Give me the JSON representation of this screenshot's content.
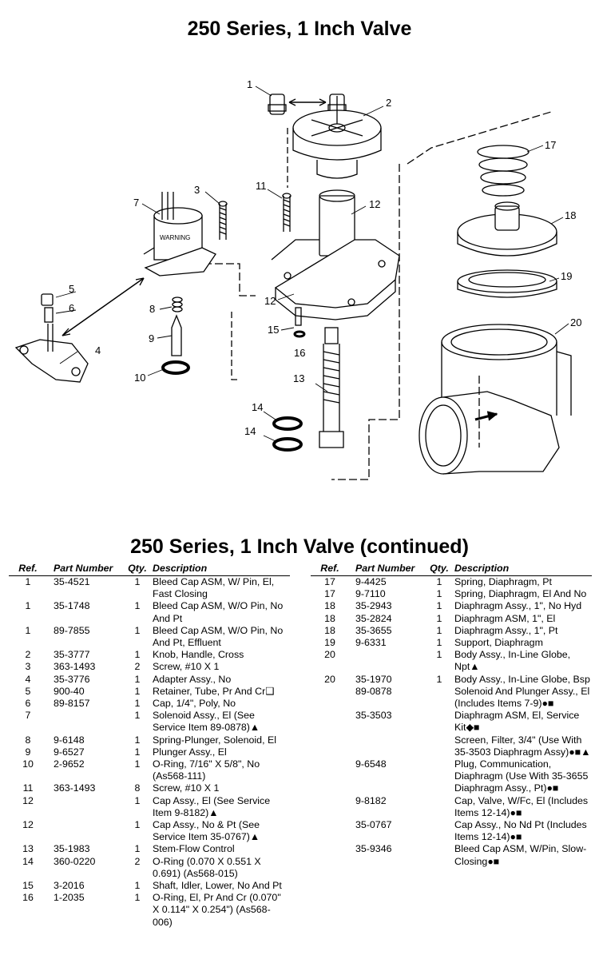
{
  "title": "250 Series, 1 Inch Valve",
  "subtitle": "250 Series, 1 Inch Valve (continued)",
  "diagram_labels": [
    "1",
    "2",
    "3",
    "4",
    "5",
    "6",
    "7",
    "8",
    "9",
    "10",
    "11",
    "12",
    "12",
    "13",
    "14",
    "14",
    "15",
    "16",
    "17",
    "18",
    "19",
    "20"
  ],
  "table_headers": {
    "ref": "Ref.",
    "part": "Part Number",
    "qty": "Qty.",
    "desc": "Description"
  },
  "left_rows": [
    {
      "ref": "1",
      "part": "35-4521",
      "qty": "1",
      "desc": "Bleed Cap ASM, W/ Pin, El, Fast Closing"
    },
    {
      "ref": "1",
      "part": "35-1748",
      "qty": "1",
      "desc": "Bleed Cap ASM, W/O Pin, No And Pt"
    },
    {
      "ref": "1",
      "part": "89-7855",
      "qty": "1",
      "desc": "Bleed Cap ASM, W/O Pin, No And Pt, Effluent"
    },
    {
      "ref": "2",
      "part": "35-3777",
      "qty": "1",
      "desc": "Knob, Handle, Cross"
    },
    {
      "ref": "3",
      "part": "363-1493",
      "qty": "2",
      "desc": "Screw, #10 X 1"
    },
    {
      "ref": "4",
      "part": "35-3776",
      "qty": "1",
      "desc": "Adapter Assy., No"
    },
    {
      "ref": "5",
      "part": "900-40",
      "qty": "1",
      "desc": "Retainer, Tube, Pr And Cr❑"
    },
    {
      "ref": "6",
      "part": "89-8157",
      "qty": "1",
      "desc": "Cap, 1/4\", Poly, No"
    },
    {
      "ref": "7",
      "part": "",
      "qty": "1",
      "desc": "Solenoid Assy., El (See Service Item 89-0878)▲"
    },
    {
      "ref": "8",
      "part": "9-6148",
      "qty": "1",
      "desc": "Spring-Plunger, Solenoid, El"
    },
    {
      "ref": "9",
      "part": "9-6527",
      "qty": "1",
      "desc": "Plunger Assy., El"
    },
    {
      "ref": "10",
      "part": "2-9652",
      "qty": "1",
      "desc": "O-Ring, 7/16\" X 5/8\", No (As568-111)"
    },
    {
      "ref": "11",
      "part": "363-1493",
      "qty": "8",
      "desc": "Screw, #10 X 1"
    },
    {
      "ref": "12",
      "part": "",
      "qty": "1",
      "desc": "Cap Assy., El (See Service Item 9-8182)▲"
    },
    {
      "ref": "12",
      "part": "",
      "qty": "1",
      "desc": "Cap Assy., No & Pt (See Service Item 35-0767)▲"
    },
    {
      "ref": "13",
      "part": "35-1983",
      "qty": "1",
      "desc": "Stem-Flow Control"
    },
    {
      "ref": "14",
      "part": "360-0220",
      "qty": "2",
      "desc": "O-Ring (0.070 X 0.551 X 0.691) (As568-015)"
    },
    {
      "ref": "15",
      "part": "3-2016",
      "qty": "1",
      "desc": "Shaft, Idler, Lower, No And Pt"
    },
    {
      "ref": "16",
      "part": "1-2035",
      "qty": "1",
      "desc": "O-Ring, El, Pr And Cr (0.070\" X 0.114\" X 0.254\") (As568-006)"
    }
  ],
  "right_rows": [
    {
      "ref": "17",
      "part": "9-4425",
      "qty": "1",
      "desc": "Spring, Diaphragm, Pt"
    },
    {
      "ref": "17",
      "part": "9-7110",
      "qty": "1",
      "desc": "Spring, Diaphragm, El And No"
    },
    {
      "ref": "18",
      "part": "35-2943",
      "qty": "1",
      "desc": "Diaphragm Assy., 1\", No Hyd"
    },
    {
      "ref": "18",
      "part": "35-2824",
      "qty": "1",
      "desc": "Diaphragm ASM, 1\", El"
    },
    {
      "ref": "18",
      "part": "35-3655",
      "qty": "1",
      "desc": "Diaphragm Assy., 1\", Pt"
    },
    {
      "ref": "19",
      "part": "9-6331",
      "qty": "1",
      "desc": "Support, Diaphragm"
    },
    {
      "ref": "20",
      "part": "",
      "qty": "1",
      "desc": "Body Assy., In-Line Globe, Npt▲"
    },
    {
      "ref": "20",
      "part": "35-1970",
      "qty": "1",
      "desc": "Body Assy., In-Line Globe, Bsp"
    },
    {
      "ref": "",
      "part": "89-0878",
      "qty": "",
      "desc": "Solenoid And Plunger Assy., El (Includes Items 7-9)●■"
    },
    {
      "ref": "",
      "part": "35-3503",
      "qty": "",
      "desc": "Diaphragm ASM, El, Service Kit◆■"
    },
    {
      "ref": "",
      "part": "",
      "qty": "",
      "desc": "Screen, Filter, 3/4\" (Use With 35-3503 Diaphragm Assy)●■▲"
    },
    {
      "ref": "",
      "part": "9-6548",
      "qty": "",
      "desc": "Plug, Communication, Diaphragm (Use With 35-3655 Diaphragm Assy., Pt)●■"
    },
    {
      "ref": "",
      "part": "9-8182",
      "qty": "",
      "desc": "Cap, Valve, W/Fc, El (Includes Items 12-14)●■"
    },
    {
      "ref": "",
      "part": "35-0767",
      "qty": "",
      "desc": "Cap Assy., No Nd Pt (Includes Items 12-14)●■"
    },
    {
      "ref": "",
      "part": "35-9346",
      "qty": "",
      "desc": "Bleed Cap ASM, W/Pin, Slow-Closing●■"
    }
  ]
}
